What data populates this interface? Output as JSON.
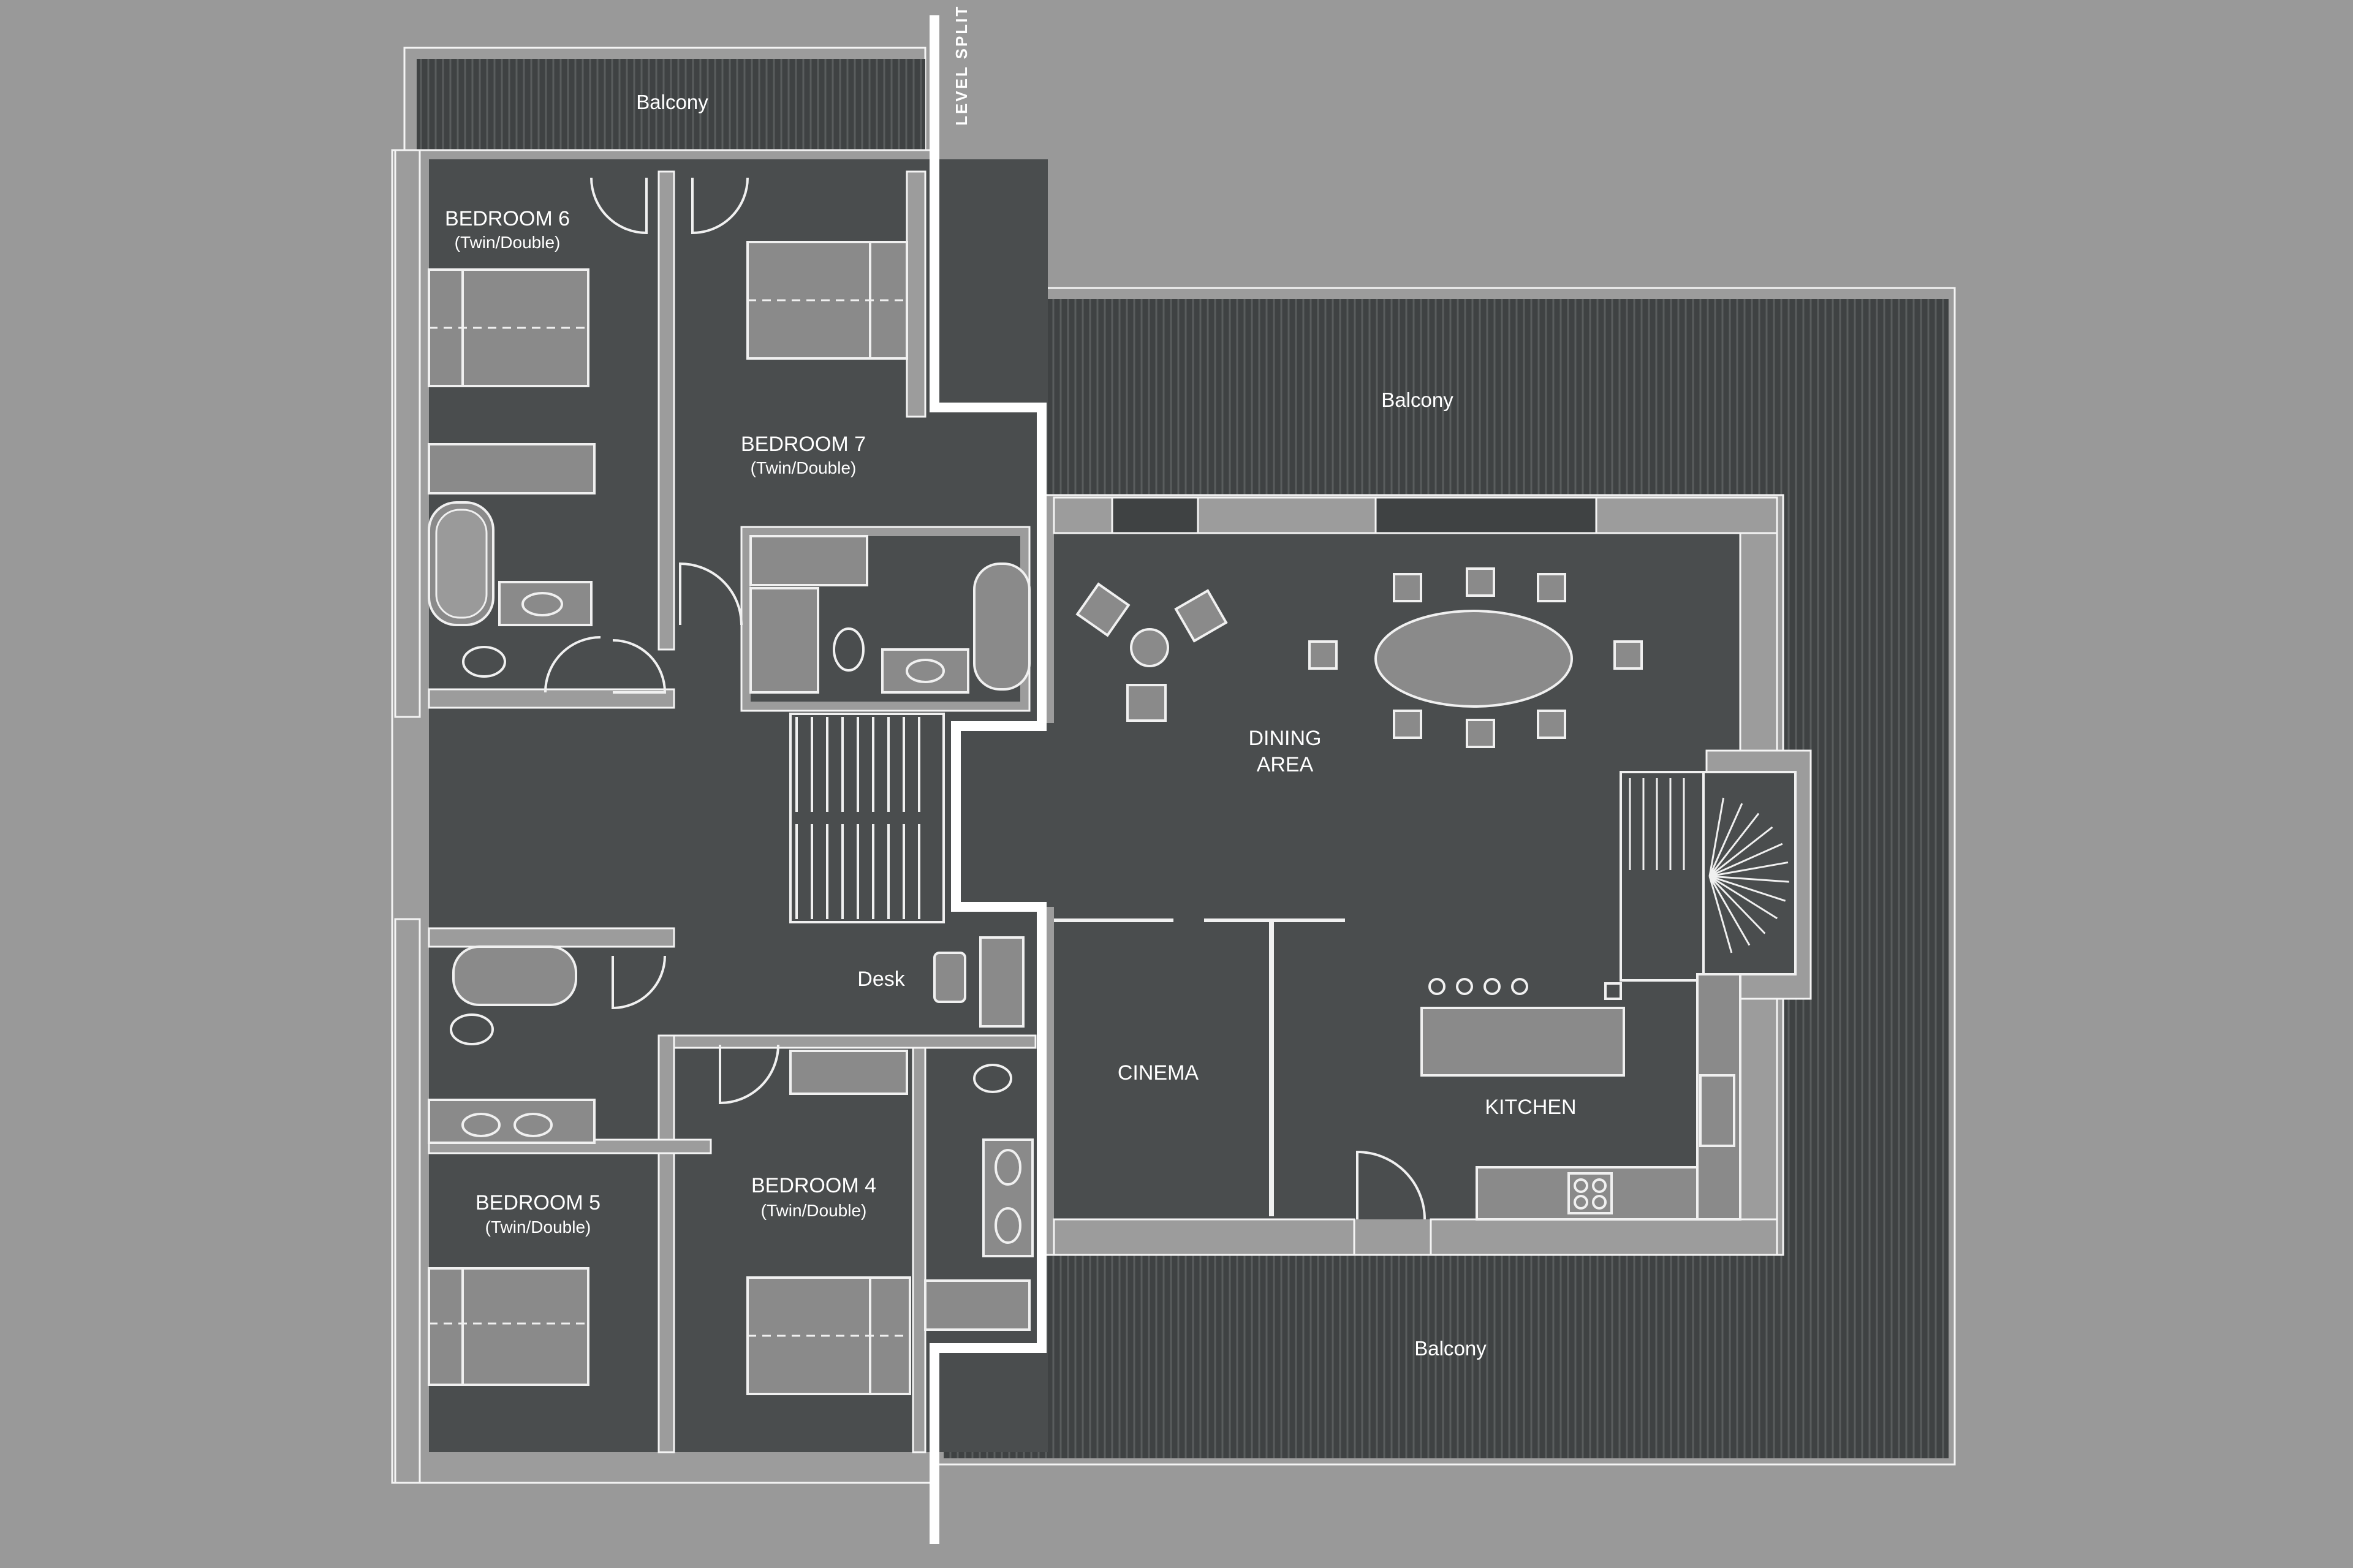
{
  "rooms": {
    "bedroom6": {
      "name": "BEDROOM 6",
      "type": "(Twin/Double)"
    },
    "bedroom7": {
      "name": "BEDROOM 7",
      "type": "(Twin/Double)"
    },
    "bedroom5": {
      "name": "BEDROOM 5",
      "type": "(Twin/Double)"
    },
    "bedroom4": {
      "name": "BEDROOM 4",
      "type": "(Twin/Double)"
    },
    "dining_line1": "DINING",
    "dining_line2": "AREA",
    "cinema": "CINEMA",
    "kitchen": "KITCHEN",
    "desk": "Desk"
  },
  "balconies": {
    "top_left": "Balcony",
    "top_right": "Balcony",
    "bottom": "Balcony"
  },
  "level_split": "LEVEL SPLIT",
  "colors": {
    "background": "#999999",
    "floor": "#4a4d4e",
    "balcony_deck": "#3f4243",
    "wall_line": "#f4f4f4",
    "fixture": "#8a8a8a"
  }
}
